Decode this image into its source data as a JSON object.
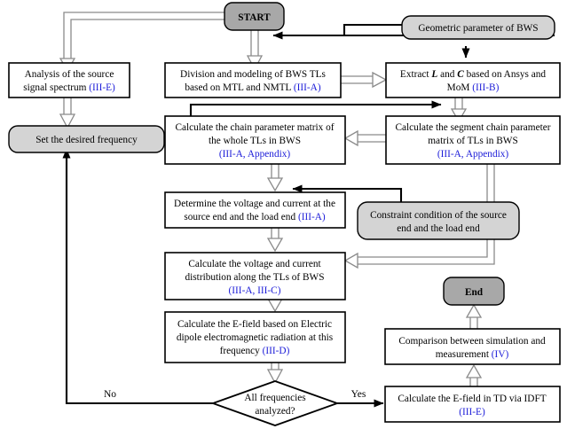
{
  "diagram": {
    "type": "flowchart",
    "title": "BWS radiated emission prediction flowchart",
    "colors": {
      "terminal_fill": "#a8a8a8",
      "rounded_fill": "#d4d4d4",
      "process_fill": "#ffffff",
      "stroke": "#000000",
      "reference_text": "#1b1bd8",
      "hollow_arrow_fill": "#ffffff",
      "hollow_arrow_stroke": "#808080"
    },
    "nodes": {
      "start": {
        "label": "START",
        "shape": "terminal-rounded"
      },
      "geometric": {
        "label": "Geometric parameter of BWS",
        "shape": "rounded"
      },
      "analysis": {
        "line1": "Analysis of the source",
        "line2": "signal spectrum",
        "ref": "(III-E)",
        "shape": "process"
      },
      "division": {
        "line1": "Division and modeling of BWS TLs",
        "line2": "based on MTL and NMTL",
        "ref": "(III-A)",
        "shape": "process"
      },
      "extract": {
        "line1_a": "Extract",
        "line1_L": "L",
        "line1_and": "and",
        "line1_C": "C",
        "line1_b": "based on Ansys and",
        "line2": "MoM",
        "ref": "(III-B)",
        "shape": "process"
      },
      "setfreq": {
        "label": "Set the desired frequency",
        "shape": "rounded"
      },
      "chain_whole": {
        "line1": "Calculate the chain parameter matrix of",
        "line2": "the whole TLs in BWS",
        "ref": "(III-A, Appendix)",
        "shape": "process"
      },
      "chain_segment": {
        "line1": "Calculate the segment chain parameter",
        "line2": "matrix of TLs in BWS",
        "ref": "(III-A, Appendix)",
        "shape": "process"
      },
      "determine": {
        "line1": "Determine the voltage and current at the",
        "line2": "source end and the load end",
        "ref": "(III-A)",
        "shape": "process"
      },
      "constraint": {
        "line1": "Constraint condition of the source",
        "line2": "end and the load end",
        "shape": "rounded"
      },
      "distribution": {
        "line1": "Calculate the voltage and current",
        "line2": "distribution along the TLs of BWS",
        "ref": "(III-A, III-C)",
        "shape": "process"
      },
      "efield": {
        "line1": "Calculate the E-field based on Electric",
        "line2": "dipole electromagnetic radiation at this",
        "line3": "frequency",
        "ref": "(III-D)",
        "shape": "process"
      },
      "decision": {
        "line1": "All frequencies",
        "line2": "analyzed?",
        "shape": "diamond"
      },
      "idft": {
        "line1": "Calculate the E-field in TD via IDFT",
        "ref": "(III-E)",
        "shape": "process"
      },
      "comparison": {
        "line1": "Comparison between simulation and",
        "line2": "measurement",
        "ref": "(IV)",
        "shape": "process"
      },
      "end": {
        "label": "End",
        "shape": "terminal-rounded"
      }
    },
    "edge_labels": {
      "no": "No",
      "yes": "Yes"
    }
  }
}
